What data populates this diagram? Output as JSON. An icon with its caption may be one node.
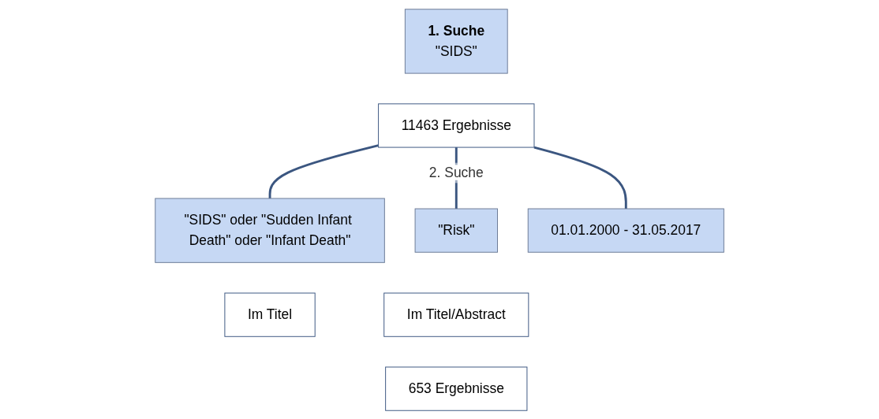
{
  "diagram": {
    "nodes": [
      {
        "text": [
          "1. Suche",
          "\"SIDS\""
        ]
      },
      {
        "text": [
          "11463 Ergebnisse"
        ]
      },
      {
        "text": [
          "\"SIDS\" oder \"Sudden Infant Death\" oder \"Infant Death\""
        ]
      },
      {
        "text": [
          "Im Titel"
        ]
      },
      {
        "text": [
          "\"Risk\""
        ]
      },
      {
        "text": [
          "Im Titel/Abstract"
        ]
      },
      {
        "text": [
          "01.01.2000 - 31.05.2017"
        ]
      },
      {
        "text": [
          "653 Ergebnisse"
        ]
      }
    ],
    "edges": [
      {
        "from": 1,
        "to": 2,
        "arrow": "none"
      },
      {
        "from": 1,
        "to": 4,
        "arrow": "none",
        "label": "2. Suche"
      },
      {
        "from": 1,
        "to": 6,
        "arrow": "none"
      }
    ]
  }
}
